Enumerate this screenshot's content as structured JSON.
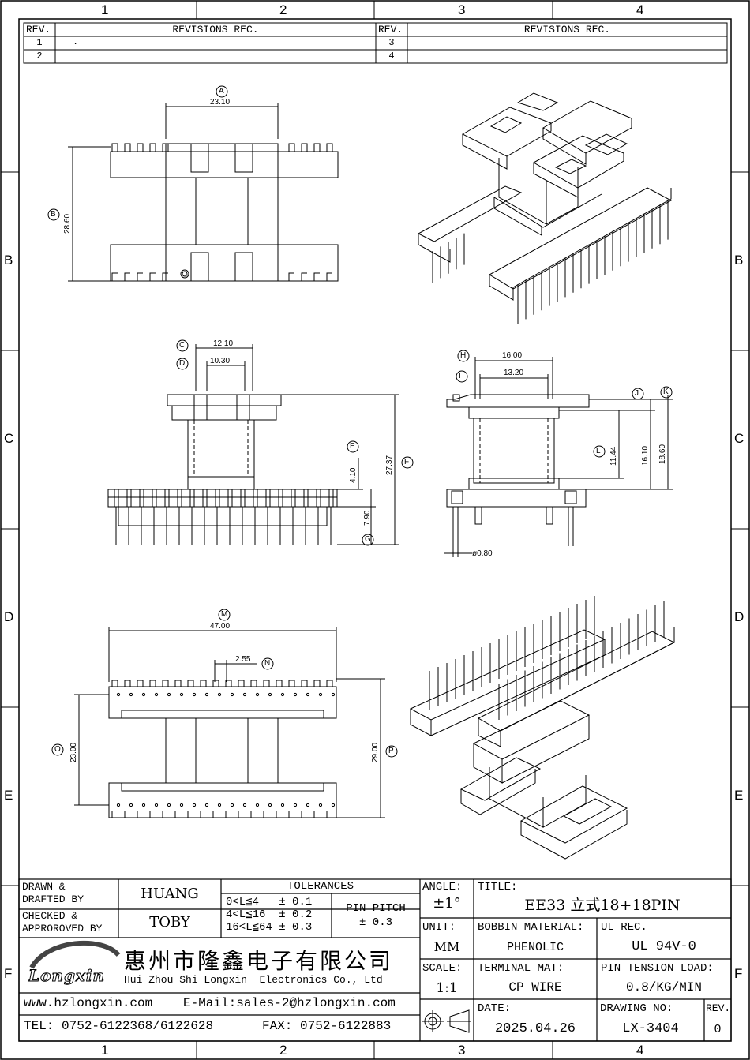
{
  "grid": {
    "columns": [
      "1",
      "2",
      "3",
      "4"
    ],
    "rows": [
      "B",
      "C",
      "D",
      "E",
      "F"
    ]
  },
  "revisions": {
    "header_rev": "REV.",
    "header_rec": "REVISIONS REC.",
    "left_rows": [
      {
        "rev": "1",
        "rec": "."
      },
      {
        "rev": "2",
        "rec": ""
      }
    ],
    "right_rows": [
      {
        "rev": "3",
        "rec": ""
      },
      {
        "rev": "4",
        "rec": ""
      }
    ]
  },
  "top_view": {
    "width_marker": "A",
    "width": "23.10",
    "height_marker": "B",
    "height": "28.60"
  },
  "front_view": {
    "c_marker": "C",
    "c_value": "12.10",
    "d_marker": "D",
    "d_value": "10.30",
    "e_marker": "E",
    "e_value": "4.10",
    "f_marker": "F",
    "f_value": "27.37",
    "g_marker": "G",
    "g_value": "7.90"
  },
  "side_view": {
    "h_marker": "H",
    "h_value": "16.00",
    "i_marker": "I",
    "i_value": "13.20",
    "j_marker": "J",
    "k_marker": "K",
    "l_marker": "L",
    "l_value": "11.44",
    "v16": "16.10",
    "v18": "18.60",
    "pin_dia": "ø0.80"
  },
  "bottom_view": {
    "m_marker": "M",
    "m_value": "47.00",
    "n_marker": "N",
    "n_value": "2.55",
    "o_marker": "O",
    "o_value": "23.00",
    "p_marker": "P",
    "p_value": "29.00"
  },
  "title_block": {
    "drawn_label": "DRAWN &\nDRAFTED BY",
    "drawn_by": "HUANG",
    "checked_label": "CHECKED &\nAPPROROVED BY",
    "checked_by": "TOBY",
    "tolerances_label": "TOLERANCES",
    "tol1": "0<L≦4   ± 0.1",
    "tol2": "4<L≦16  ± 0.2",
    "tol3": "16<L≦64 ± 0.3",
    "pin_pitch_label": "PIN PITCH",
    "pin_pitch_value": "± 0.3",
    "angle_label": "ANGLE:",
    "angle_value": "±1°",
    "title_label": "TITLE:",
    "title_value": "EE33  立式18+18PIN",
    "unit_label": "UNIT:",
    "unit_value": "MM",
    "bobbin_label": "BOBBIN MATERIAL:",
    "bobbin_value": "PHENOLIC",
    "ul_label": "UL REC.",
    "ul_value": "UL 94V-0",
    "scale_label": "SCALE:",
    "scale_value": "1:1",
    "terminal_label": "TERMINAL MAT:",
    "terminal_value": "CP WIRE",
    "tension_label": "PIN TENSION LOAD:",
    "tension_value": "0.8/KG/MIN",
    "date_label": "DATE:",
    "date_value": "2025.04.26",
    "drawing_label": "DRAWING NO:",
    "drawing_value": "LX-3404",
    "rev_label": "REV.",
    "rev_value": "0",
    "company_cn": "惠州市隆鑫电子有限公司",
    "company_en": "Hui Zhou Shi Longxin  Electronics Co., Ltd",
    "logo_text": "Longxin",
    "website": "www.hzlongxin.com",
    "email": "E-Mail:sales-2@hzlongxin.com",
    "tel": "TEL: 0752-6122368/6122628",
    "fax": "FAX: 0752-6122883"
  }
}
